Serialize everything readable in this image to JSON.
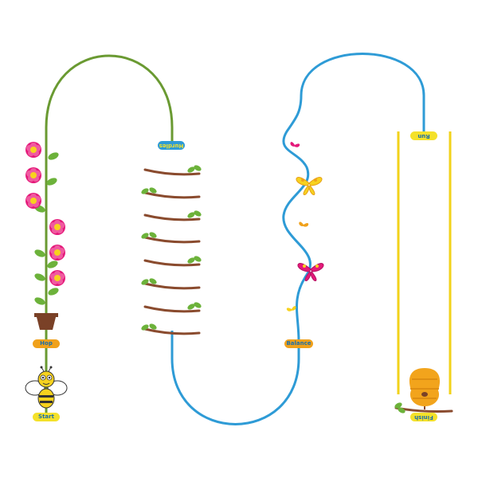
{
  "stations": {
    "start": {
      "label": "Start"
    },
    "hop": {
      "label": "Hop"
    },
    "hurdles": {
      "label": "Hurdles"
    },
    "balance": {
      "label": "Balance"
    },
    "run": {
      "label": "Run"
    },
    "finish": {
      "label": "Finish"
    }
  },
  "colors": {
    "green_path": "#6a9a32",
    "blue_path": "#2e9bd6",
    "yellow_lane": "#f2d21a",
    "flower_pink": "#e4197a",
    "flower_center": "#f7d21e",
    "leaf_green": "#6cb23a",
    "branch_brown": "#8a4b2e",
    "pot_brown": "#7a4127",
    "hive_orange": "#f2a41c",
    "label_yellow": "#f4e12a",
    "label_orange": "#f0a11b",
    "label_blue": "#2e9bd6",
    "label_text": "#1d6fa8"
  },
  "icons": [
    "bee-icon",
    "flower-icon",
    "pot-icon",
    "branch-icon",
    "butterfly-icon",
    "beehive-icon"
  ]
}
